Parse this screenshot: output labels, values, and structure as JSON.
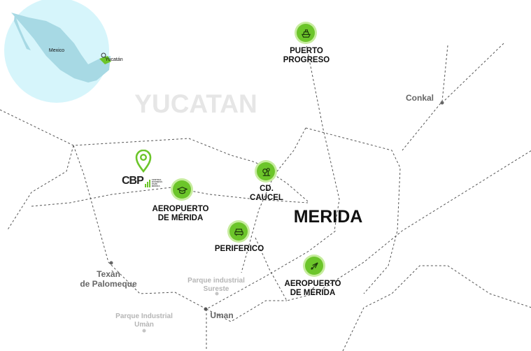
{
  "region_title": "YUCATAN",
  "city_title": "MERIDA",
  "inset": {
    "country": "Mexico",
    "state": "Yucatán"
  },
  "logo": {
    "text": "CBP",
    "tagline": "CENTRAL BUSINESS PARK MÉRIDA"
  },
  "pois": [
    {
      "icon": "ship-icon",
      "line1": "PUERTO",
      "line2": "PROGRESO"
    },
    {
      "icon": "tree-icon",
      "line1": "CD.",
      "line2": "CAUCEL"
    },
    {
      "icon": "graduation-cap-icon",
      "line1": "AEROPUERTO",
      "line2": "DE MÉRIDA"
    },
    {
      "icon": "car-icon",
      "line1": "PERIFERICO",
      "line2": ""
    },
    {
      "icon": "airplane-icon",
      "line1": "AEROPUERTO",
      "line2": "DE MÉRIDA"
    }
  ],
  "towns": [
    "Conkal",
    "Texàn",
    "de Palomeque",
    "Uman"
  ],
  "parks": [
    "Parque industrial",
    "Sureste",
    "Parque Industrial",
    "Umàn"
  ],
  "colors": {
    "accent": "#6cc52a",
    "inset_sea": "#d6f5fb",
    "inset_land": "#a7d9e4",
    "road": "#555555"
  }
}
